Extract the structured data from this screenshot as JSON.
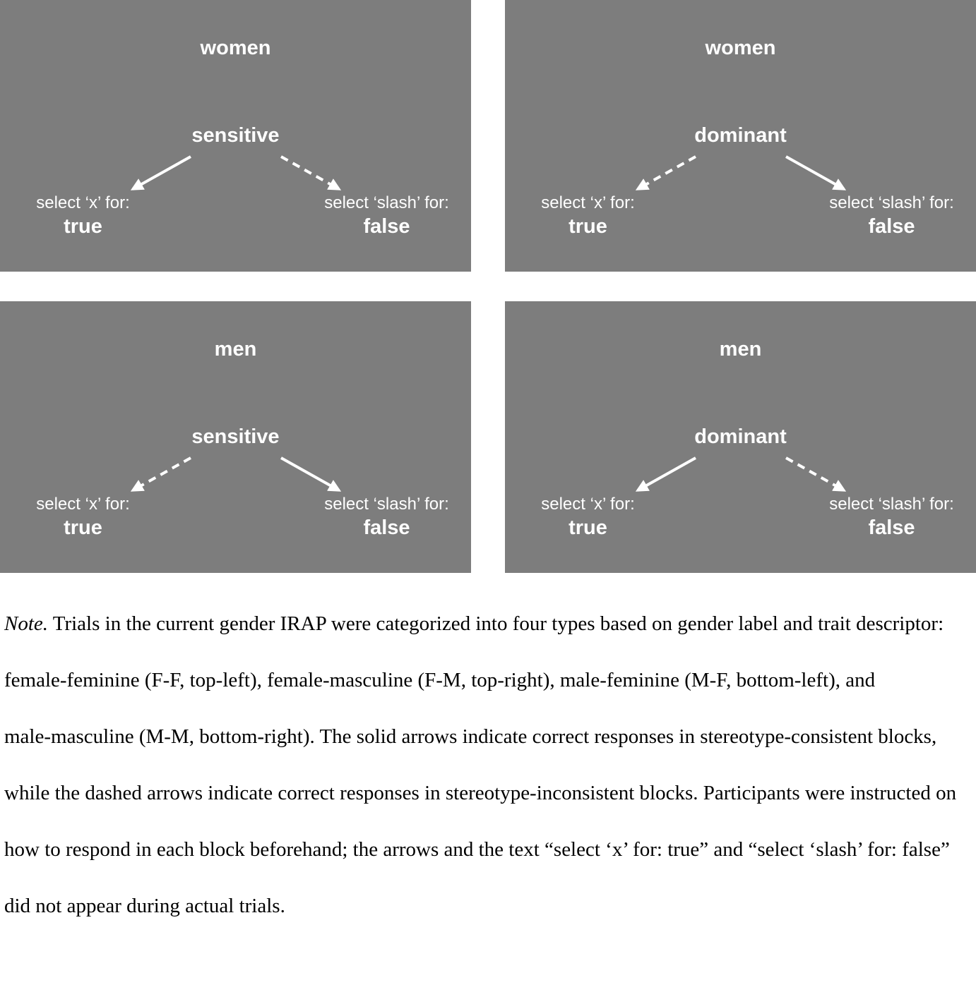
{
  "colors": {
    "panel_bg": "#7d7d7d",
    "panel_text": "#ffffff",
    "note_text": "#000000"
  },
  "panels": [
    {
      "id": "female-feminine",
      "category": "women",
      "trait": "sensitive",
      "left_label": "select ‘x’ for:",
      "left_value": "true",
      "right_label": "select ‘slash’ for:",
      "right_value": "false",
      "left_arrow": "solid",
      "right_arrow": "dashed"
    },
    {
      "id": "female-masculine",
      "category": "women",
      "trait": "dominant",
      "left_label": "select ‘x’ for:",
      "left_value": "true",
      "right_label": "select ‘slash’ for:",
      "right_value": "false",
      "left_arrow": "dashed",
      "right_arrow": "solid"
    },
    {
      "id": "male-feminine",
      "category": "men",
      "trait": "sensitive",
      "left_label": "select ‘x’ for:",
      "left_value": "true",
      "right_label": "select ‘slash’ for:",
      "right_value": "false",
      "left_arrow": "dashed",
      "right_arrow": "solid"
    },
    {
      "id": "male-masculine",
      "category": "men",
      "trait": "dominant",
      "left_label": "select ‘x’ for:",
      "left_value": "true",
      "right_label": "select ‘slash’ for:",
      "right_value": "false",
      "left_arrow": "solid",
      "right_arrow": "dashed"
    }
  ],
  "note": {
    "lead": "Note.",
    "body": "Trials in the current gender IRAP were categorized into four types based on gender label and trait descriptor: female‑feminine (F‑F, top-left), female‑masculine (F‑M, top-right), male‑feminine (M‑F, bottom-left), and male‑masculine (M‑M, bottom-right). The solid arrows indicate correct responses in stereotype-consistent blocks, while the dashed arrows indicate correct responses in stereotype-inconsistent blocks. Participants were instructed on how to respond in each block beforehand; the arrows and the text “select ‘x’ for: true” and “select ‘slash’ for: false” did not appear during actual trials."
  }
}
